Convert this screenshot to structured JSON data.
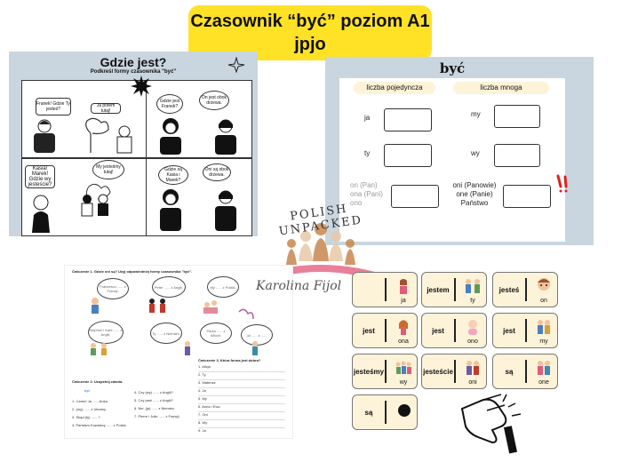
{
  "banner": {
    "line1": "Czasownik “być” poziom A1",
    "line2": "jpjo"
  },
  "comic": {
    "title": "Gdzie jest?",
    "subtitle": "Podkreśl formy czasownika \"być\"",
    "bubbles": [
      "Franek! Gdzie Ty jesteś?",
      "Ja potem tutaj!",
      "Gdzie jest Franek?",
      "On jest obok drzewa.",
      "Kasia! Marek! Gdzie wy jesteście?",
      "My jesteśmy tutaj!",
      "Gdzie są Kasia i Marek?",
      "Oni są obok drzewa."
    ]
  },
  "table": {
    "title": "być",
    "singular_header": "liczba pojedyncza",
    "plural_header": "liczba mnoga",
    "singular": [
      "ja",
      "ty"
    ],
    "plural": [
      "my",
      "wy"
    ],
    "third_singular": [
      "on (Pan)",
      "ona (Pani)",
      "ono"
    ],
    "third_plural": [
      "oni (Panowie)",
      "one (Panie)",
      "Państwo"
    ]
  },
  "logo": {
    "text": "POLISH UNPACKED",
    "signature": "Karolina Fijol"
  },
  "worksheet": {
    "ex1_title": "Ćwiczenie 1. Gdzie oni są? Użyj odpowiedniej formy czasownika \"być\".",
    "bubbles": [
      "Francesco ...... z Francji.",
      "Peter ...... z Anglii.",
      "My ...... z Polski.",
      "Stephen i Kate ...... z Anglii.",
      "Ty ...... z Niemiec.",
      "Paola ...... z Włoch.",
      "Ja ...... z ......"
    ],
    "ex2_title": "Ćwiczenie 2. Uzupełnij zdania.",
    "ex2_example": "być",
    "ex2_left": [
      "1. Cześć! Ja ...... Anka.",
      "2. (my) ...... z Ukrainy.",
      "3. Skąd (ty) ...... ?",
      "4. Państwo Kowalscy ...... z Polski."
    ],
    "ex2_right": [
      "4. Czy (wy) ...... z Anglii?",
      "5. Czy pani ...... z Anglii?",
      "6. Nie, (ja) ...... z Niemiec.",
      "7. Pierre i Julie ...... z Francji."
    ],
    "ex3_title": "Ćwiczenie 3. Która forma jest dobra?",
    "ex3_rows": [
      "1. Alicja",
      "2. Ty",
      "3. Mateusz",
      "4. Ja",
      "5. My",
      "6. Anna i Ewa",
      "7. Oni",
      "8. Wy",
      "9. Ja"
    ]
  },
  "dominoes": [
    {
      "word": "",
      "label": "ja"
    },
    {
      "word": "jestem",
      "label": "ty"
    },
    {
      "word": "jesteś",
      "label": "on"
    },
    {
      "word": "jest",
      "label": "ona"
    },
    {
      "word": "jest",
      "label": "ono"
    },
    {
      "word": "jest",
      "label": "my"
    },
    {
      "word": "jesteśmy",
      "label": "wy"
    },
    {
      "word": "jesteście",
      "label": "oni"
    },
    {
      "word": "są",
      "label": "one"
    },
    {
      "word": "są",
      "label": ""
    }
  ]
}
